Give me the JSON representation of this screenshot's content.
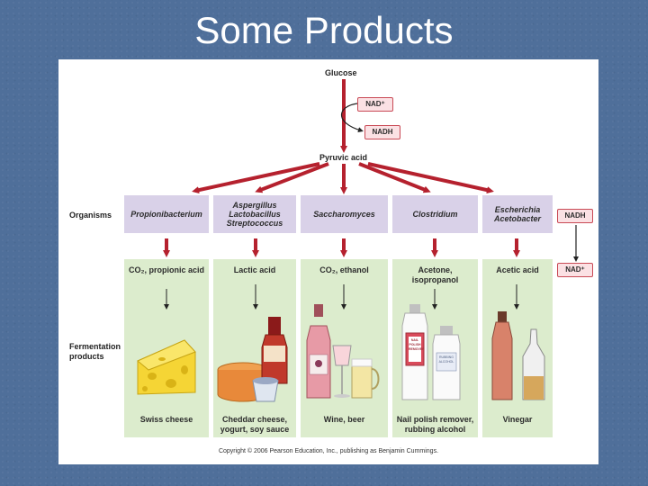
{
  "slide": {
    "title": "Some Products"
  },
  "pathway": {
    "glucose": "Glucose",
    "nad_plus": "NAD⁺",
    "nadh": "NADH",
    "pyruvic": "Pyruvic acid"
  },
  "row_labels": {
    "organisms": "Organisms",
    "fermentation": "Fermentation products"
  },
  "organisms": [
    "Propionibacterium",
    "Aspergillus Lactobacillus Streptococcus",
    "Saccharomyces",
    "Clostridium",
    "Escherichia Acetobacter"
  ],
  "products_top": [
    "CO₂, propionic acid",
    "Lactic acid",
    "CO₂, ethanol",
    "Acetone, isopropanol",
    "Acetic acid"
  ],
  "products_bottom": [
    "Swiss cheese",
    "Cheddar cheese, yogurt, soy sauce",
    "Wine, beer",
    "Nail polish remover, rubbing alcohol",
    "Vinegar"
  ],
  "side_tags": {
    "nadh": "NADH",
    "nad_plus": "NAD⁺"
  },
  "bottle_labels": {
    "nail_polish": "NAIL POLISH REMOVER",
    "rubbing_alcohol": "RUBBING ALCOHOL"
  },
  "copyright": "Copyright © 2006 Pearson Education, Inc., publishing as Benjamin Cummings.",
  "colors": {
    "arrow": "#b5212e",
    "organism_fill": "#d9d1e8",
    "product_fill": "#dceccd",
    "background": "#4f6f9a"
  }
}
